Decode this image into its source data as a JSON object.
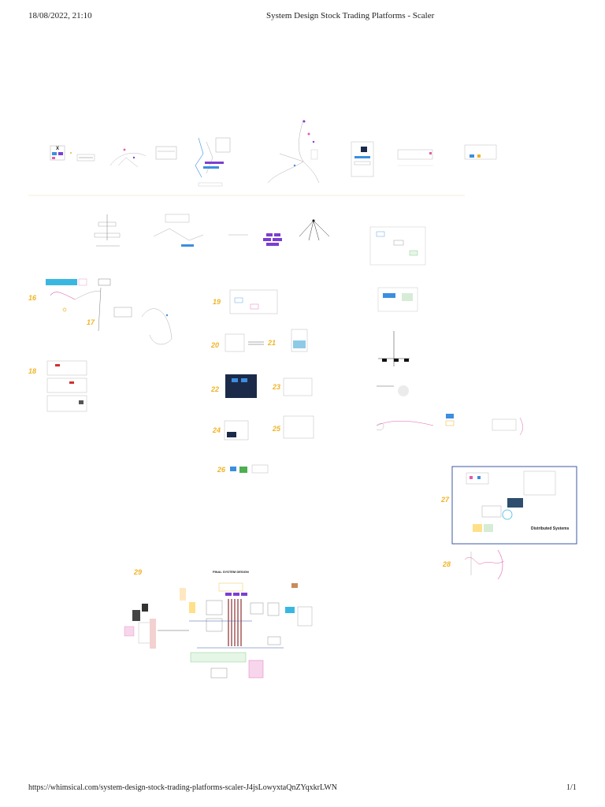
{
  "header": {
    "timestamp": "18/08/2022, 21:10",
    "title": "System Design Stock Trading Platforms - Scaler"
  },
  "footer": {
    "url": "https://whimsical.com/system-design-stock-trading-platforms-scaler-J4jsLowyxtaQnZYqxkrLWN",
    "page": "1/1"
  },
  "board": {
    "section_numbers": [
      "16",
      "17",
      "18",
      "19",
      "20",
      "21",
      "22",
      "23",
      "24",
      "25",
      "26",
      "27",
      "28",
      "29"
    ],
    "distributed_label": "Distributed Systems",
    "final_title": "FINAL SYSTEM DESIGN",
    "x_mark": "X"
  },
  "colors": {
    "accent_number": "#f0b323",
    "frame_border": "#3b5aa6",
    "purple": "#7b3fd1",
    "blue": "#3c8ee0",
    "pink": "#e15ea9",
    "maroon": "#8b2e2e"
  }
}
